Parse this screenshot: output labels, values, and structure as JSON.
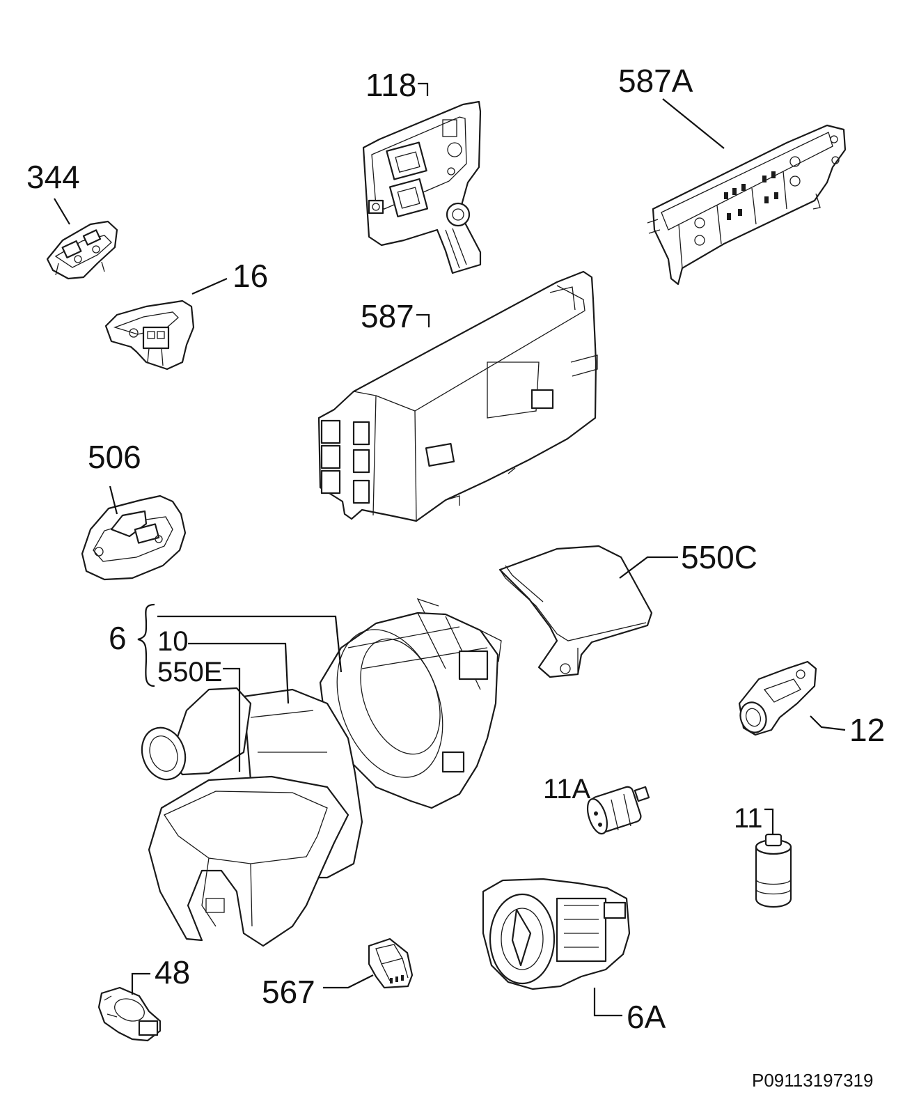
{
  "labels": {
    "l118": "118",
    "l587A": "587A",
    "l344": "344",
    "l16": "16",
    "l587": "587",
    "l506": "506",
    "l550C": "550C",
    "l6": "6",
    "l10": "10",
    "l550E": "550E",
    "l12": "12",
    "l11A": "11A",
    "l11": "11",
    "l48": "48",
    "l567": "567",
    "l6A": "6A"
  },
  "drawing_code": "P09113197319"
}
